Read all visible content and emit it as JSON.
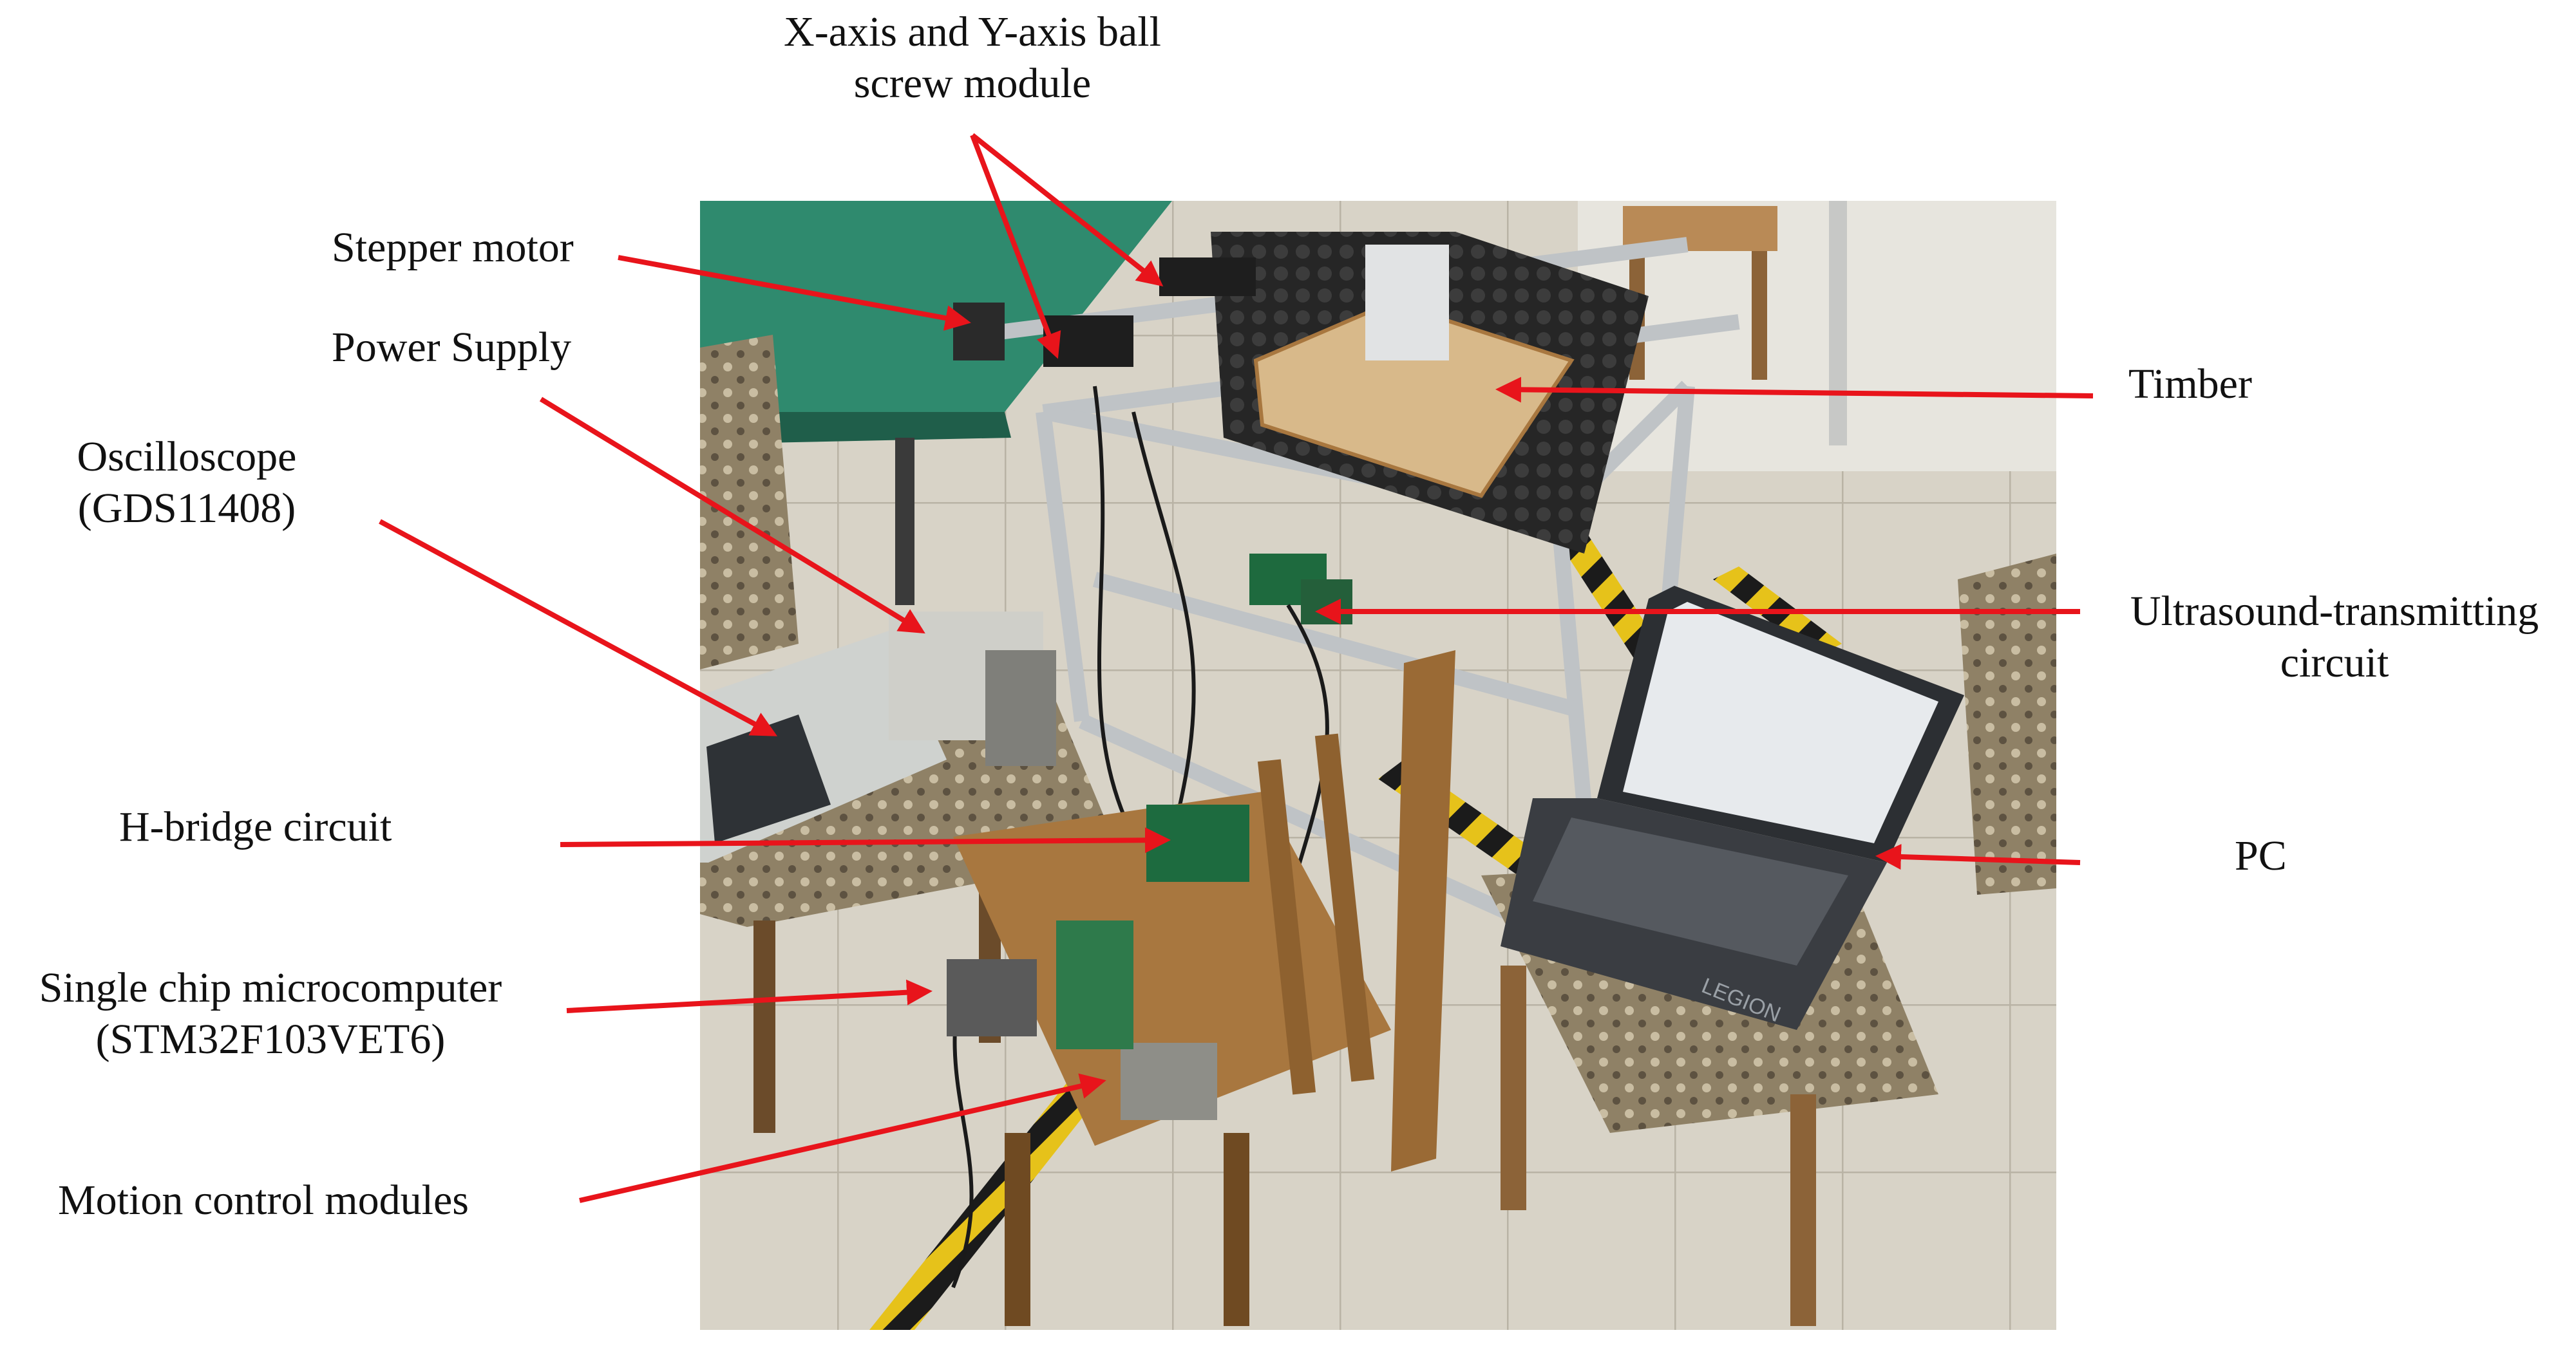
{
  "labels": {
    "ball_screw": [
      "X-axis and Y-axis ball",
      "screw module"
    ],
    "stepper_motor": "Stepper motor",
    "power_supply": "Power Supply",
    "oscilloscope": [
      "Oscilloscope",
      "(GDS11408)"
    ],
    "timber": "Timber",
    "ultrasound": [
      "Ultrasound-transmitting",
      "circuit"
    ],
    "h_bridge": "H-bridge circuit",
    "pc": "PC",
    "mcu": [
      "Single chip microcomputer",
      "(STM32F103VET6)"
    ],
    "motion_control": "Motion control modules"
  },
  "laptop_brand": "LEGION",
  "colors": {
    "arrow": "#e8141b",
    "text": "#111111",
    "floor": "#d9d4c8",
    "green_table": "#2f8a6e",
    "wood": "#a8773f",
    "foam": "#2b2b2b",
    "frame": "#bfc3c6"
  }
}
